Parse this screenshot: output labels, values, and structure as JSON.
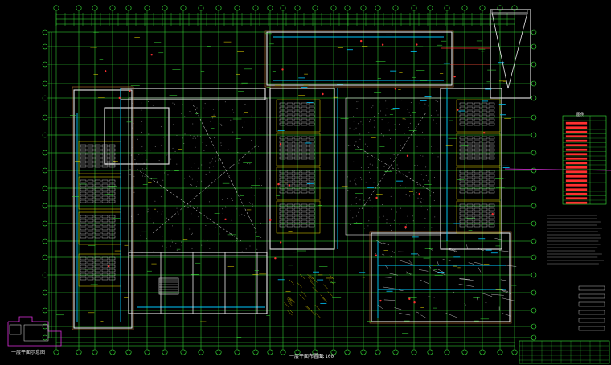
{
  "drawing": {
    "plan_title": "一层平面布置图",
    "plan_scale": "1:100",
    "keymap_title": "一层平面示意图",
    "colors": {
      "background": "#000000",
      "axis": "#39e639",
      "wall": "#e8e8e8",
      "furniture": "#f0e000",
      "pipe": "#00c8ff",
      "accent": "#ff3030",
      "magenta": "#e030e0"
    },
    "legend_table_title": "图例"
  }
}
